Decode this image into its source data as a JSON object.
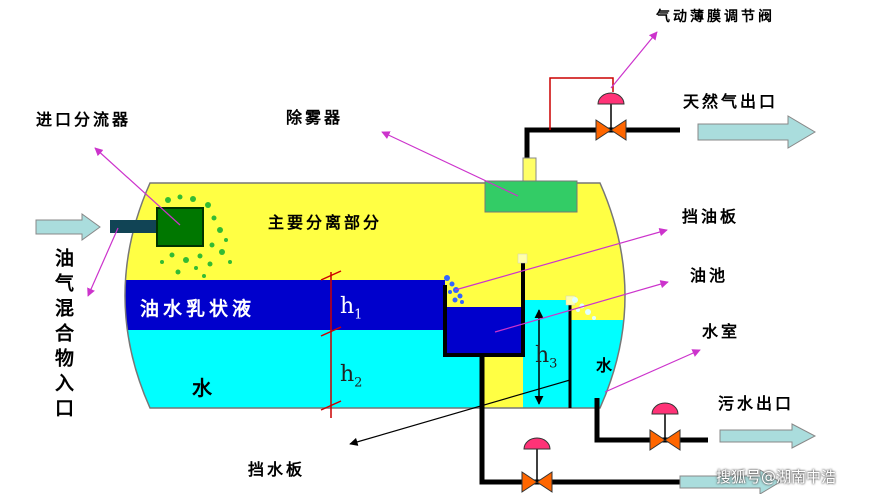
{
  "labels": {
    "inlet_diverter": "进口分流器",
    "mist_eliminator": "除雾器",
    "gas_valve": "气动薄膜调节阀",
    "gas_outlet": "天然气出口",
    "oil_gas_inlet": "油气混合物入口",
    "main_section": "主要分离部分",
    "emulsion": "油水乳状液",
    "water": "水",
    "oil_weir": "挡油板",
    "oil_bucket": "油池",
    "water_chamber": "水室",
    "water_chamber_inner": "水",
    "wastewater_outlet": "污水出口",
    "water_weir": "挡水板",
    "h1": "h",
    "h1_sub": "1",
    "h2": "h",
    "h2_sub": "2",
    "h3": "h",
    "h3_sub": "3",
    "watermark": "搜狐号@湖南中浩"
  },
  "colors": {
    "gas_zone": "#ffff44",
    "emulsion": "#0000cc",
    "water": "#00ffff",
    "mist_eliminator": "#33cc66",
    "diverter": "#007700",
    "pipe": "#000000",
    "valve_body": "#ff6600",
    "valve_cap": "#ff3377",
    "arrow_fill": "#aadddd",
    "pointer": "#cc33cc",
    "dimension": "#cc0000"
  }
}
